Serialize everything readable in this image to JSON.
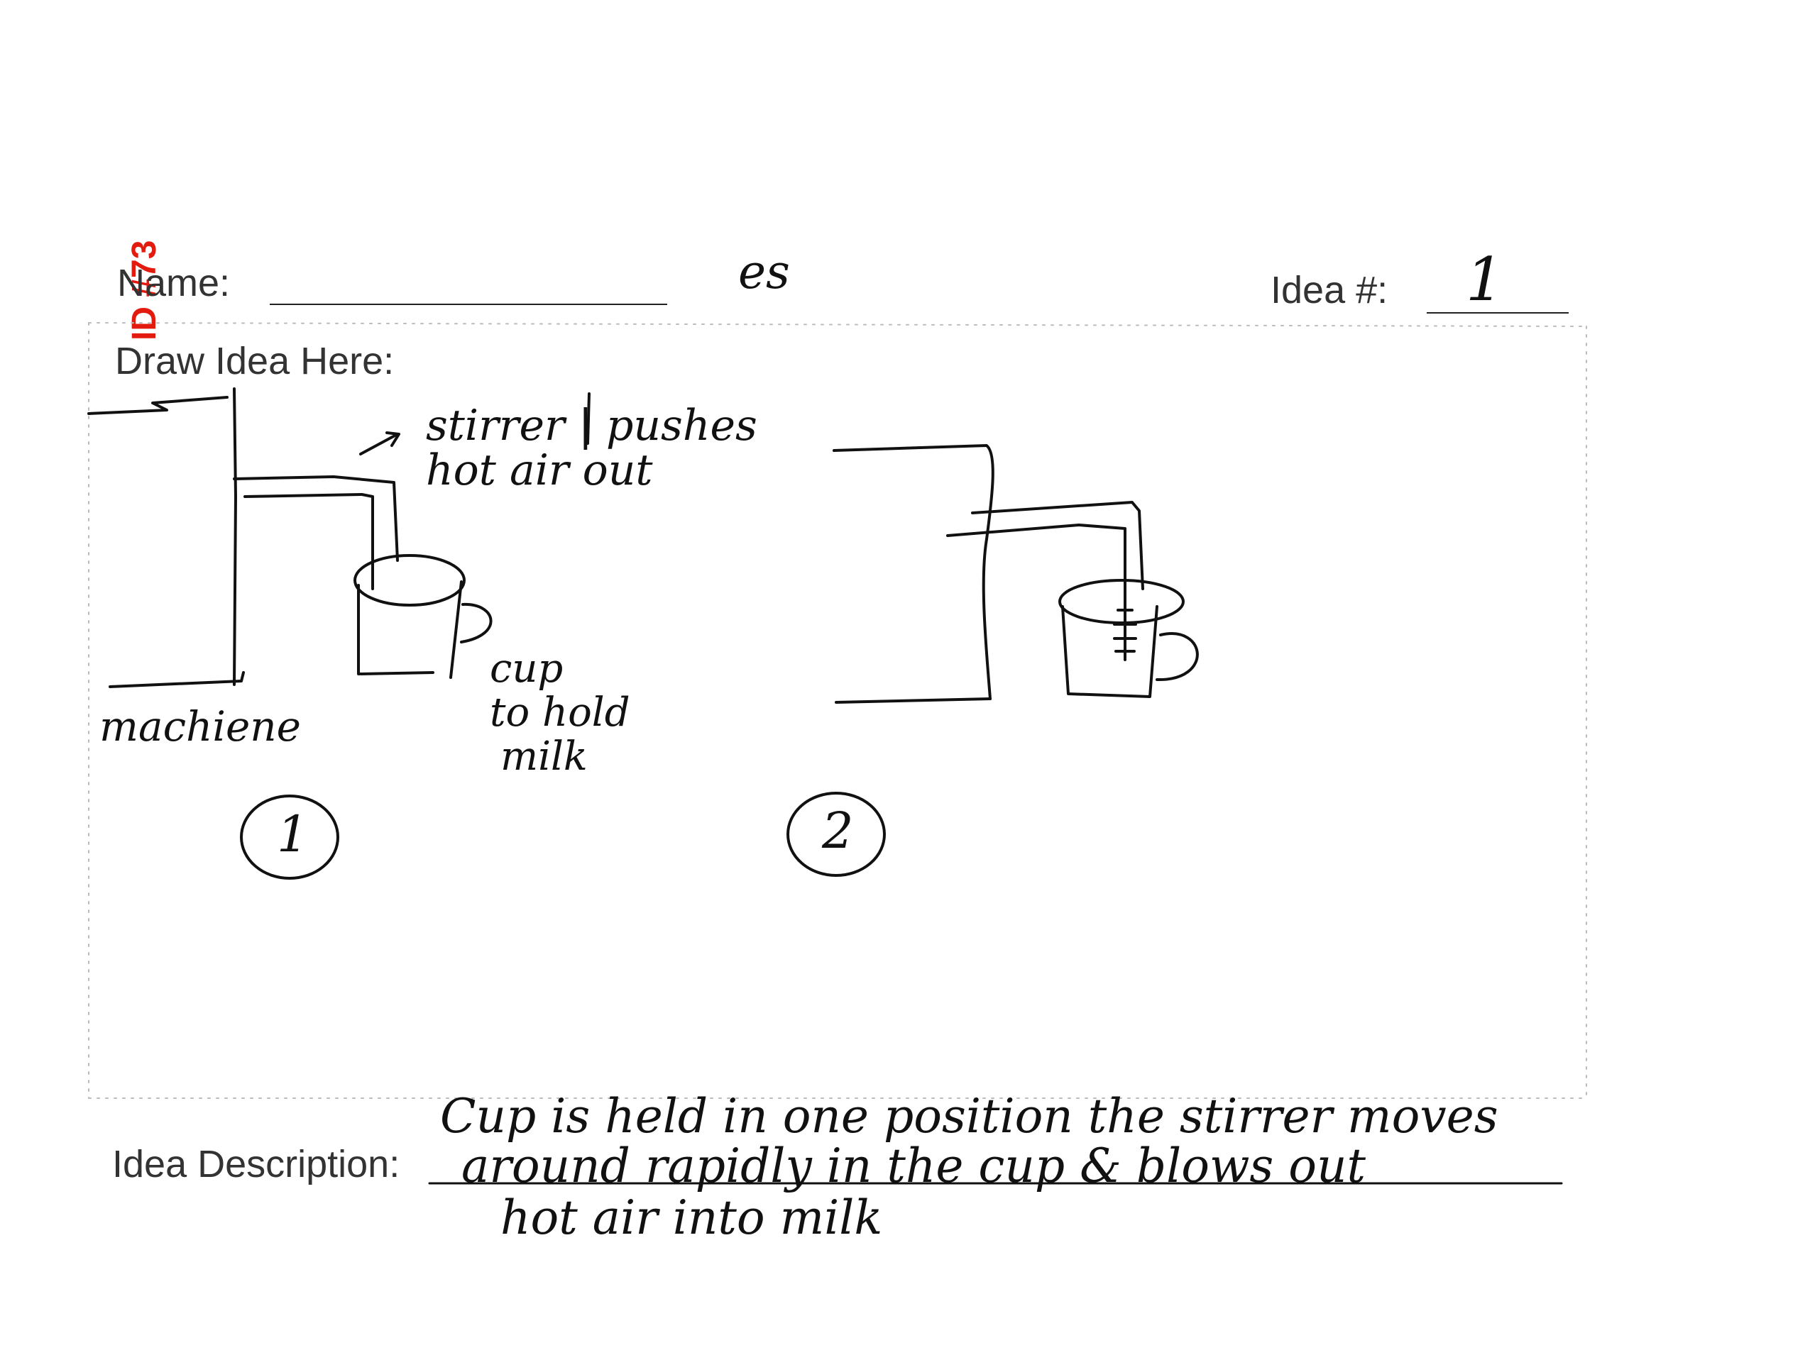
{
  "form": {
    "name_label": "Name:",
    "name_value": "es",
    "idea_number_label": "Idea #:",
    "idea_number_value": "1",
    "draw_label": "Draw Idea Here:",
    "description_label": "Idea Description:"
  },
  "stamp": {
    "id_text": "ID #73",
    "color": "#e31b0e"
  },
  "sketch1": {
    "label_stirrer_line1": "stirrer | pushes",
    "label_stirrer_line2": "hot air out",
    "label_cup_line1": "cup",
    "label_cup_line2": "to hold",
    "label_cup_line3": "milk",
    "label_machine": "machiene",
    "number": "1"
  },
  "sketch2": {
    "number": "2"
  },
  "description": {
    "line1": "Cup is held in one position the stirrer moves",
    "line2": "around rapidly in the cup & blows out",
    "line3": "hot air into milk"
  }
}
